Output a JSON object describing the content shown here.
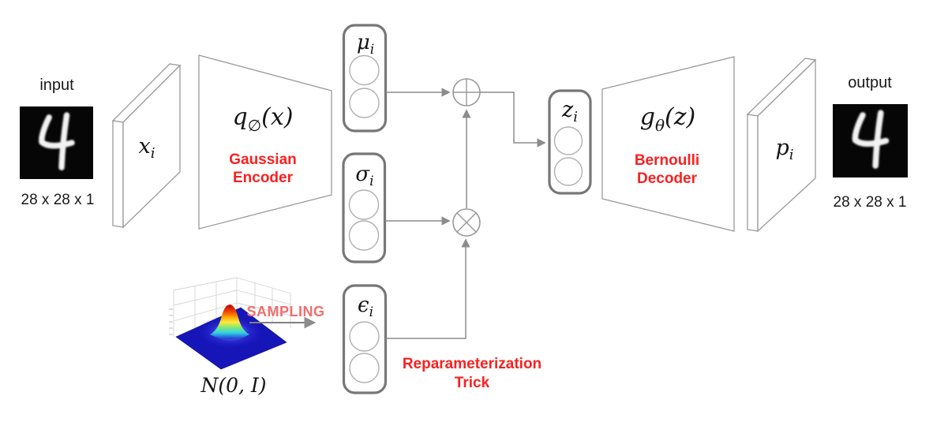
{
  "figure": {
    "input_panel": {
      "title": "input",
      "digit": "4",
      "dims": "28 x 28 x 1"
    },
    "output_panel": {
      "title": "output",
      "digit": "4",
      "dims": "28 x 28 x 1"
    },
    "x_layer": {
      "base": "x",
      "sub": "i"
    },
    "p_layer": {
      "base": "p",
      "sub": "i"
    },
    "encoder": {
      "f_base": "q",
      "f_sub": "∅",
      "f_arg": "(x)",
      "caption1": "Gaussian",
      "caption2": "Encoder"
    },
    "decoder": {
      "f_base": "g",
      "f_sub": "θ",
      "f_arg": "(z)",
      "caption1": "Bernoulli",
      "caption2": "Decoder"
    },
    "mu": {
      "base": "μ",
      "sub": "i"
    },
    "sigma": {
      "base": "σ",
      "sub": "i"
    },
    "epsilon": {
      "base": "ϵ",
      "sub": "i"
    },
    "z": {
      "base": "z",
      "sub": "i"
    },
    "sampling": {
      "label": "SAMPLING",
      "dist": "N(0, I)"
    },
    "reparam": {
      "line1": "Reparameterization",
      "line2": "Trick"
    },
    "colors": {
      "caption_red": "#fa2020",
      "sampling_red": "#f26d6d",
      "line_gray": "#8c8c8c",
      "box_border_gray": "#777777",
      "shape_gray": "#9a9a9a",
      "text_black": "#1a1a1a",
      "surface_blue": "#1616b8"
    }
  }
}
